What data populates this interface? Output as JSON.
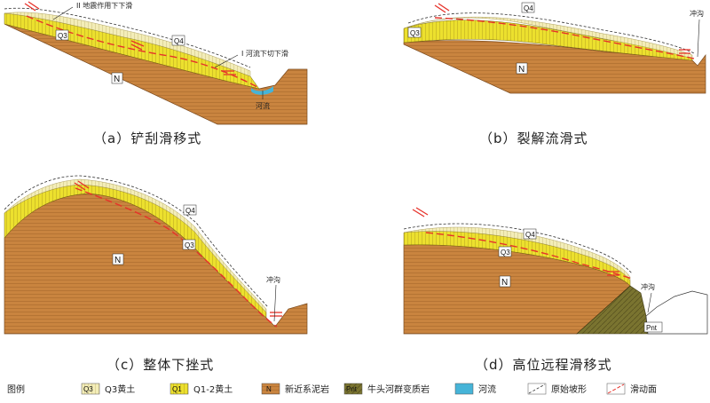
{
  "panels": {
    "a": {
      "caption": "（a）铲刮滑移式",
      "label_N": "N",
      "label_Q3": "Q3",
      "label_Q4": "Q4",
      "ann_top": "II 地震作用下下滑",
      "ann_mid": "I 河流下切下滑",
      "ann_river": "河流"
    },
    "b": {
      "caption": "（b）裂解流滑式",
      "label_N": "N",
      "label_Q3": "Q3",
      "label_Q4": "Q4",
      "ann_gully": "冲沟"
    },
    "c": {
      "caption": "（c）整体下挫式",
      "label_N": "N",
      "label_Q3": "Q3",
      "label_Q4": "Q4",
      "ann_gully": "冲沟"
    },
    "d": {
      "caption": "（d）高位远程滑移式",
      "label_N": "N",
      "label_Q3": "Q3",
      "label_Q4": "Q4",
      "label_P": "Pnt",
      "ann_gully": "冲沟"
    }
  },
  "legend": {
    "title": "图例",
    "items": [
      {
        "symbol": "Q3",
        "label": "Q3黄土"
      },
      {
        "symbol": "Q1",
        "label": "Q1-2黄土"
      },
      {
        "symbol": "N",
        "label": "新近系泥岩"
      },
      {
        "symbol": "Pnt",
        "label": "牛头河群变质岩"
      },
      {
        "symbol": "",
        "label": "河流"
      },
      {
        "symbol": "",
        "label": "原始坡形"
      },
      {
        "symbol": "",
        "label": "滑动面"
      }
    ]
  },
  "colors": {
    "mudstone": "#c9843f",
    "loess_q12": "#ece02e",
    "loess_q3": "#f3edb8",
    "metamorphic": "#7a7430",
    "river": "#46b4d8",
    "slide_arrow": "#e6322a"
  }
}
